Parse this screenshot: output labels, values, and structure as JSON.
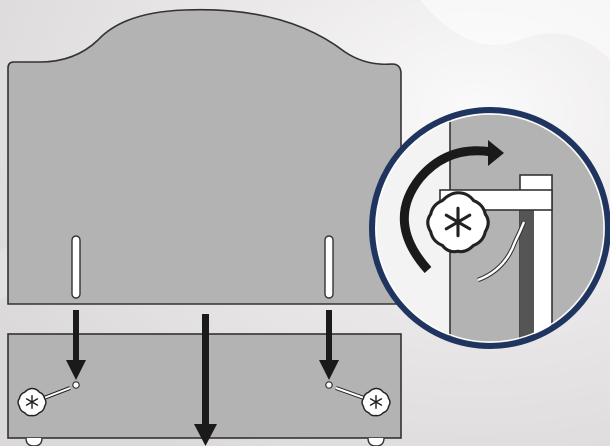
{
  "diagram": {
    "subject": "headboard-attachment-to-bed-base",
    "colors": {
      "panel_fill": "#b3b3b4",
      "outline": "#333333",
      "arrow": "#1a1a1a",
      "inset_ring": "#1f3560",
      "background_light": "#f2f1f2",
      "background_shadow": "#d9d6d8"
    },
    "parts": [
      {
        "id": "headboard",
        "label": ""
      },
      {
        "id": "bed-base",
        "label": ""
      },
      {
        "id": "star-knob",
        "label": ""
      },
      {
        "id": "rotation-arrow",
        "label": ""
      }
    ],
    "arrows": {
      "downward_count": 3,
      "rotation_direction": "clockwise"
    }
  }
}
